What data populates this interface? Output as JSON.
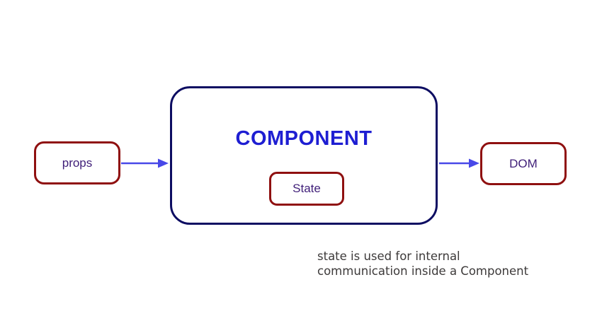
{
  "diagram": {
    "nodes": {
      "props": {
        "label": "props"
      },
      "component": {
        "label": "COMPONENT"
      },
      "state": {
        "label": "State"
      },
      "dom": {
        "label": "DOM"
      }
    },
    "arrows": [
      {
        "name": "props-to-component"
      },
      {
        "name": "component-to-dom"
      }
    ],
    "caption": {
      "line1": "state is used for internal",
      "line2": "communication inside a Component"
    }
  },
  "colors": {
    "node_border": "#8f1010",
    "node_text": "#3f1e78",
    "component_border": "#0d0d62",
    "component_title": "#1e1ed2",
    "arrow": "#4848e8",
    "caption_text": "#3d3a3a"
  }
}
